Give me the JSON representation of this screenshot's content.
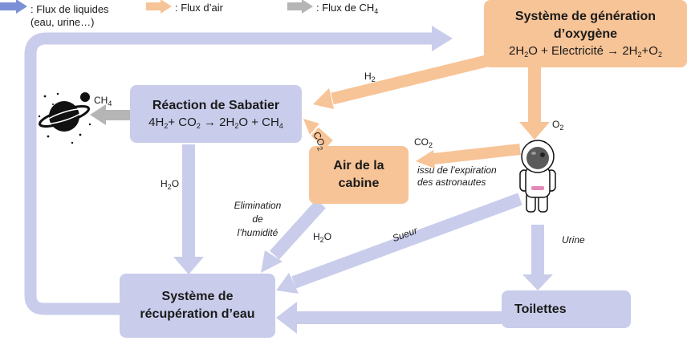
{
  "legend": {
    "liquids": ": Flux de liquides",
    "liquids_sub": "(eau, urine…)",
    "air": ": Flux d’air",
    "ch4_prefix": ": Flux de CH",
    "ch4_sub": "4"
  },
  "colors": {
    "liquid": "#c9cdeb",
    "liquid_legend": "#7b90d6",
    "air": "#f7c497",
    "ch4": "#b5b5b5"
  },
  "oxygen_system": {
    "title_line1": "Système de génération",
    "title_line2": "d’oxygène",
    "eq_a": "2H",
    "eq_a_sub": "2",
    "eq_b": "O + Electricité → 2H",
    "eq_b_sub": "2",
    "eq_c": "+O",
    "eq_c_sub": "2"
  },
  "sabatier": {
    "title": "Réaction de Sabatier",
    "eq_a": "4H",
    "eq_a_sub": "2",
    "eq_b": "+ CO",
    "eq_b_sub": "2",
    "eq_c": " → 2H",
    "eq_c_sub": "2",
    "eq_d": "O + CH",
    "eq_d_sub": "4"
  },
  "cabin_air": {
    "line1": "Air de la",
    "line2": "cabine"
  },
  "water_recovery": {
    "line1": "Système de",
    "line2": "récupération d’eau"
  },
  "toilets": {
    "label": "Toilettes"
  },
  "labels": {
    "h2": "H",
    "h2_sub": "2",
    "o2": "O",
    "o2_sub": "2",
    "co2_astro": "CO",
    "co2_astro_sub": "2",
    "co2_cabin": "CO",
    "co2_cabin_sub": "2",
    "ch4": "CH",
    "ch4_sub": "4",
    "h2o_sabatier": "H",
    "h2o_sabatier_sub": "2",
    "h2o_sabatier_tail": "O",
    "h2o_cabin": "H",
    "h2o_cabin_sub": "2",
    "h2o_cabin_tail": "O",
    "expiration_1": "issu de l’expiration",
    "expiration_2": "des astronautes",
    "humidity_1": "Elimination",
    "humidity_2": "de",
    "humidity_3": "l’humidité",
    "sweat": "Sueur",
    "urine": "Urine"
  }
}
